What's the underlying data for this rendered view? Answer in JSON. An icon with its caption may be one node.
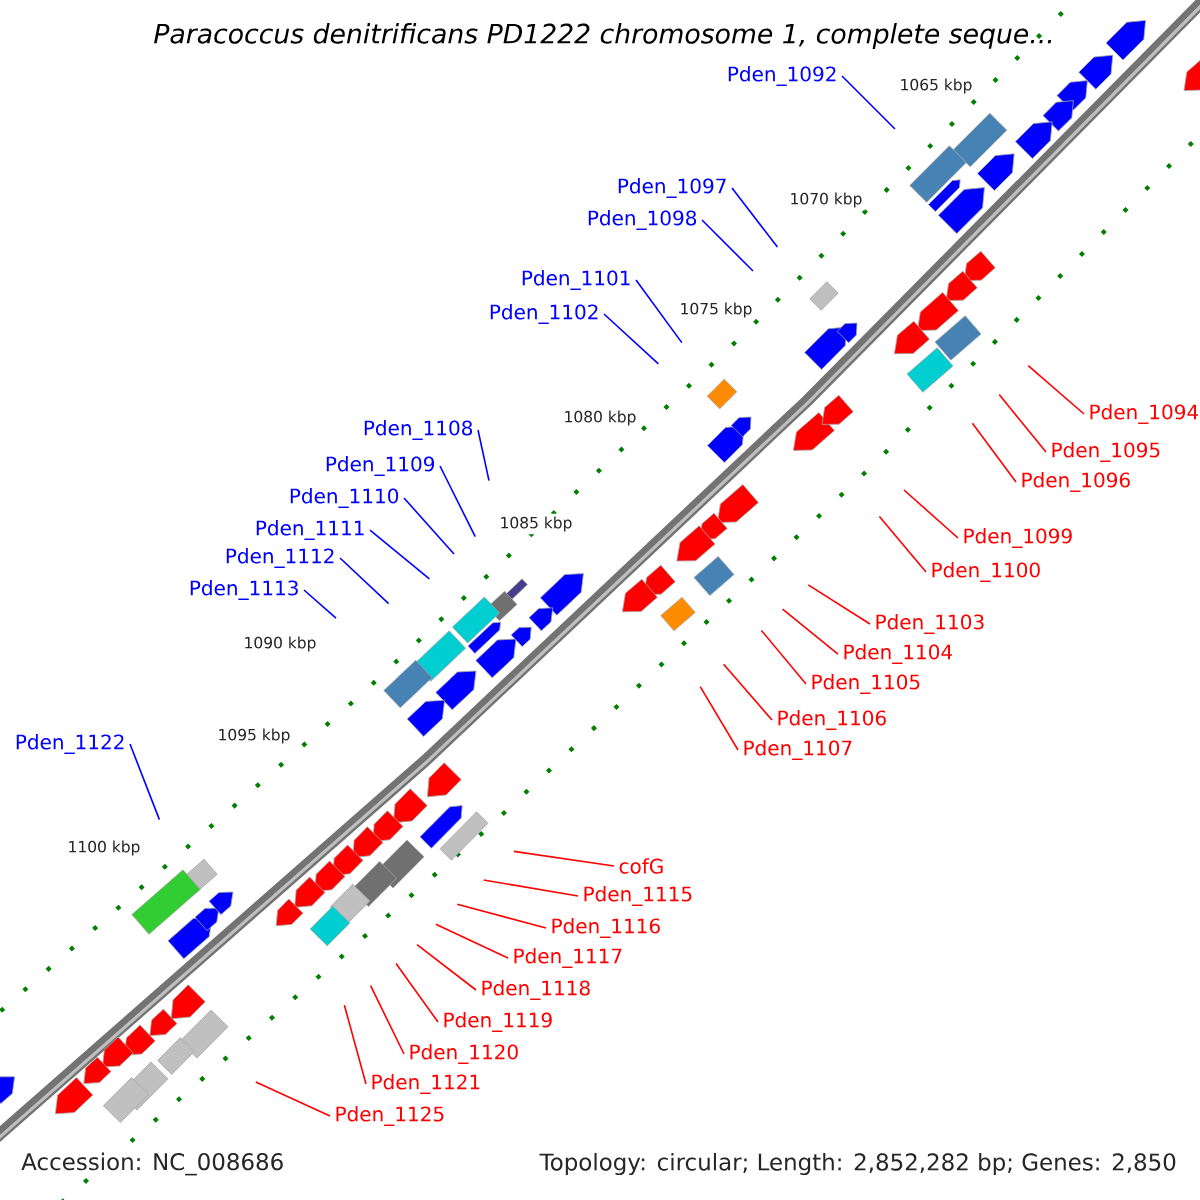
{
  "diagram": {
    "title": "Paracoccus denitrificans PD1222 chromosome 1, complete seque...",
    "nodes": [
      {
        "text": [
          "Pden_1092"
        ]
      },
      {
        "text": [
          "Pden_1097"
        ]
      },
      {
        "text": [
          "Pden_1098"
        ]
      },
      {
        "text": [
          "Pden_1101"
        ]
      },
      {
        "text": [
          "Pden_1102"
        ]
      },
      {
        "text": [
          "Pden_1094"
        ]
      },
      {
        "text": [
          "Pden_1108"
        ]
      },
      {
        "text": [
          "Pden_1095"
        ]
      },
      {
        "text": [
          "Pden_1109"
        ]
      },
      {
        "text": [
          "Pden_1096"
        ]
      },
      {
        "text": [
          "Pden_1110"
        ]
      },
      {
        "text": [
          "Pden_1111"
        ]
      },
      {
        "text": [
          "Pden_1099"
        ]
      },
      {
        "text": [
          "Pden_1112"
        ]
      },
      {
        "text": [
          "Pden_1100"
        ]
      },
      {
        "text": [
          "Pden_1113"
        ]
      },
      {
        "text": [
          "Pden_1103"
        ]
      },
      {
        "text": [
          "Pden_1104"
        ]
      },
      {
        "text": [
          "Pden_1105"
        ]
      },
      {
        "text": [
          "Pden_1106"
        ]
      },
      {
        "text": [
          "Pden_1122"
        ]
      },
      {
        "text": [
          "Pden_1107"
        ]
      },
      {
        "text": [
          "cofG"
        ]
      },
      {
        "text": [
          "Pden_1115"
        ]
      },
      {
        "text": [
          "Pden_1116"
        ]
      },
      {
        "text": [
          "Pden_1117"
        ]
      },
      {
        "text": [
          "Pden_1118"
        ]
      },
      {
        "text": [
          "Pden_1119"
        ]
      },
      {
        "text": [
          "Pden_1120"
        ]
      },
      {
        "text": [
          "Pden_1121"
        ]
      },
      {
        "text": [
          "Pden_1125"
        ]
      }
    ],
    "edges": [
      {
        "from": 0,
        "to": null,
        "arrow": "none",
        "color": "#0000ff"
      },
      {
        "from": 1,
        "to": null,
        "arrow": "none",
        "color": "#0000ff"
      },
      {
        "from": 2,
        "to": null,
        "arrow": "none",
        "color": "#0000ff"
      },
      {
        "from": 3,
        "to": null,
        "arrow": "none",
        "color": "#0000ff"
      },
      {
        "from": 4,
        "to": null,
        "arrow": "none",
        "color": "#0000ff"
      },
      {
        "from": 5,
        "to": null,
        "arrow": "none"
      },
      {
        "from": 6,
        "to": null,
        "arrow": "none",
        "color": "#0000ff"
      },
      {
        "from": 7,
        "to": null,
        "arrow": "none"
      },
      {
        "from": 8,
        "to": null,
        "arrow": "none",
        "color": "#0000ff"
      },
      {
        "from": 9,
        "to": null,
        "arrow": "none"
      },
      {
        "from": 10,
        "to": null,
        "arrow": "none",
        "color": "#0000ff"
      },
      {
        "from": 11,
        "to": null,
        "arrow": "none",
        "color": "#0000ff"
      },
      {
        "from": 12,
        "to": null,
        "arrow": "none"
      },
      {
        "from": 13,
        "to": null,
        "arrow": "none",
        "color": "#0000ff"
      },
      {
        "from": 14,
        "to": null,
        "arrow": "none"
      },
      {
        "from": 15,
        "to": null,
        "arrow": "none",
        "color": "#0000ff"
      },
      {
        "from": 16,
        "to": null,
        "arrow": "none"
      },
      {
        "from": 17,
        "to": null,
        "arrow": "none"
      },
      {
        "from": 18,
        "to": null,
        "arrow": "none"
      },
      {
        "from": 19,
        "to": null,
        "arrow": "none"
      },
      {
        "from": 20,
        "to": null,
        "arrow": "none",
        "color": "#0000ff"
      },
      {
        "from": 21,
        "to": null,
        "arrow": "none"
      },
      {
        "from": 22,
        "to": null,
        "arrow": "none"
      },
      {
        "from": 23,
        "to": null,
        "arrow": "none"
      },
      {
        "from": 24,
        "to": null,
        "arrow": "none"
      },
      {
        "from": 25,
        "to": null,
        "arrow": "none"
      },
      {
        "from": 26,
        "to": null,
        "arrow": "none"
      },
      {
        "from": 27,
        "to": null,
        "arrow": "none"
      },
      {
        "from": 28,
        "to": null,
        "arrow": "none"
      },
      {
        "from": 29,
        "to": null,
        "arrow": "none"
      },
      {
        "from": 30,
        "to": null,
        "arrow": "none"
      }
    ],
    "labels": [
      "1065 kbp",
      "1070 kbp",
      "1075 kbp",
      "1080 kbp",
      "1085 kbp",
      "1090 kbp",
      "1095 kbp",
      "1100 kbp",
      "Accession: NC_008686",
      "Topology: circular; Length: 2,852,282 bp; Genes: 2,850"
    ]
  }
}
